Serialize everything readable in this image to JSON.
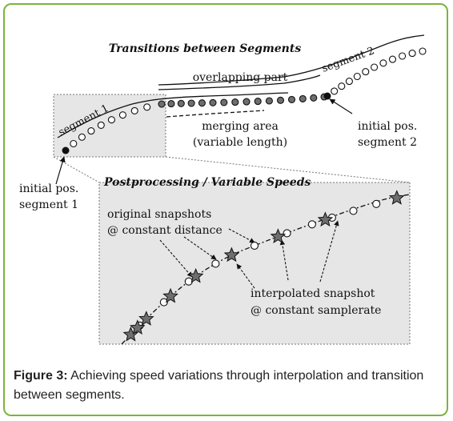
{
  "diagram": {
    "title": "Transitions between Segments",
    "label_overlapping": "overlapping part",
    "label_segment1": "segment 1",
    "label_segment2": "segment 2",
    "label_merging": "merging area",
    "label_variable_length": "(variable length)",
    "label_initial_pos_seg2_line1": "initial pos.",
    "label_initial_pos_seg2_line2": "segment 2",
    "label_initial_pos_seg1_line1": "initial pos.",
    "label_initial_pos_seg1_line2": "segment 1",
    "postprocessing_title": "Postprocessing / Variable Speeds",
    "label_original_line1": "original snapshots",
    "label_original_line2": "@ constant distance",
    "label_interpolated_line1": "interpolated snapshot",
    "label_interpolated_line2": "@ constant samplerate",
    "colors": {
      "panel_fill": "#e6e6e6",
      "filled_dot": "#6e6e6e",
      "star": "#6e6e6e",
      "frame": "#7bb43a"
    }
  },
  "caption": {
    "label": "Figure 3:",
    "text": " Achieving speed variations through interpolation and transition between segments."
  }
}
